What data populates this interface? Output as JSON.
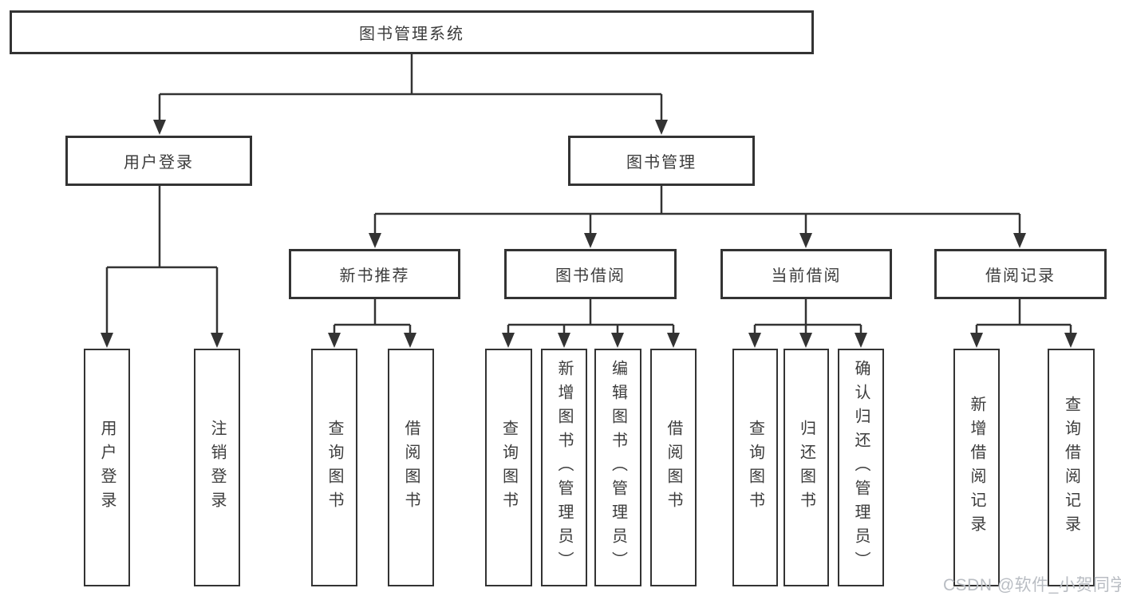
{
  "diagram": {
    "title": "图书管理系统",
    "level2": [
      "用户登录",
      "图书管理"
    ],
    "level3": [
      "新书推荐",
      "图书借阅",
      "当前借阅",
      "借阅记录"
    ],
    "leaves": {
      "user_login": [
        "用户登录",
        "注销登录"
      ],
      "new_book_recommend": [
        "查询图书",
        "借阅图书"
      ],
      "book_borrow": [
        "查询图书",
        "新增图书（管理员）",
        "编辑图书（管理员）",
        "借阅图书"
      ],
      "current_borrow": [
        "查询图书",
        "归还图书",
        "确认归还（管理员）"
      ],
      "borrow_records": [
        "新增借阅记录",
        "查询借阅记录"
      ]
    }
  },
  "watermark": "CSDN @软件_小贺同学",
  "colors": {
    "line": "#333333",
    "text": "#3c3c3c",
    "watermark": "#b9bdc3",
    "background": "#ffffff"
  }
}
